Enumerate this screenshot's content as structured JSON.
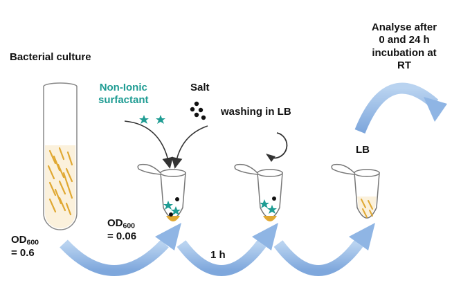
{
  "labels": {
    "bacterial_culture": "Bacterial culture",
    "surfactant_line1": "Non-Ionic",
    "surfactant_line2": "surfactant",
    "salt": "Salt",
    "washing": "washing in LB",
    "lb": "LB",
    "analyse_line1": "Analyse after",
    "analyse_line2": "0 and 24 h",
    "analyse_line3": "incubation at",
    "analyse_line4": "RT",
    "od_prefix": "OD",
    "od_sub": "600",
    "od_initial": "= 0.6",
    "od_diluted": "= 0.06",
    "time": "1 h"
  },
  "colors": {
    "arrow": "#9dc0e8",
    "surfactant": "#1f9c93",
    "bacteria": "#e0a832",
    "salt": "#111111",
    "tube_outline": "#7f7f7f"
  },
  "icons": [
    "culture-tube-icon",
    "eppendorf-tube-icon",
    "surfactant-star-icon",
    "salt-dot-icon",
    "curved-arrow-icon",
    "rotate-arrow-icon"
  ]
}
